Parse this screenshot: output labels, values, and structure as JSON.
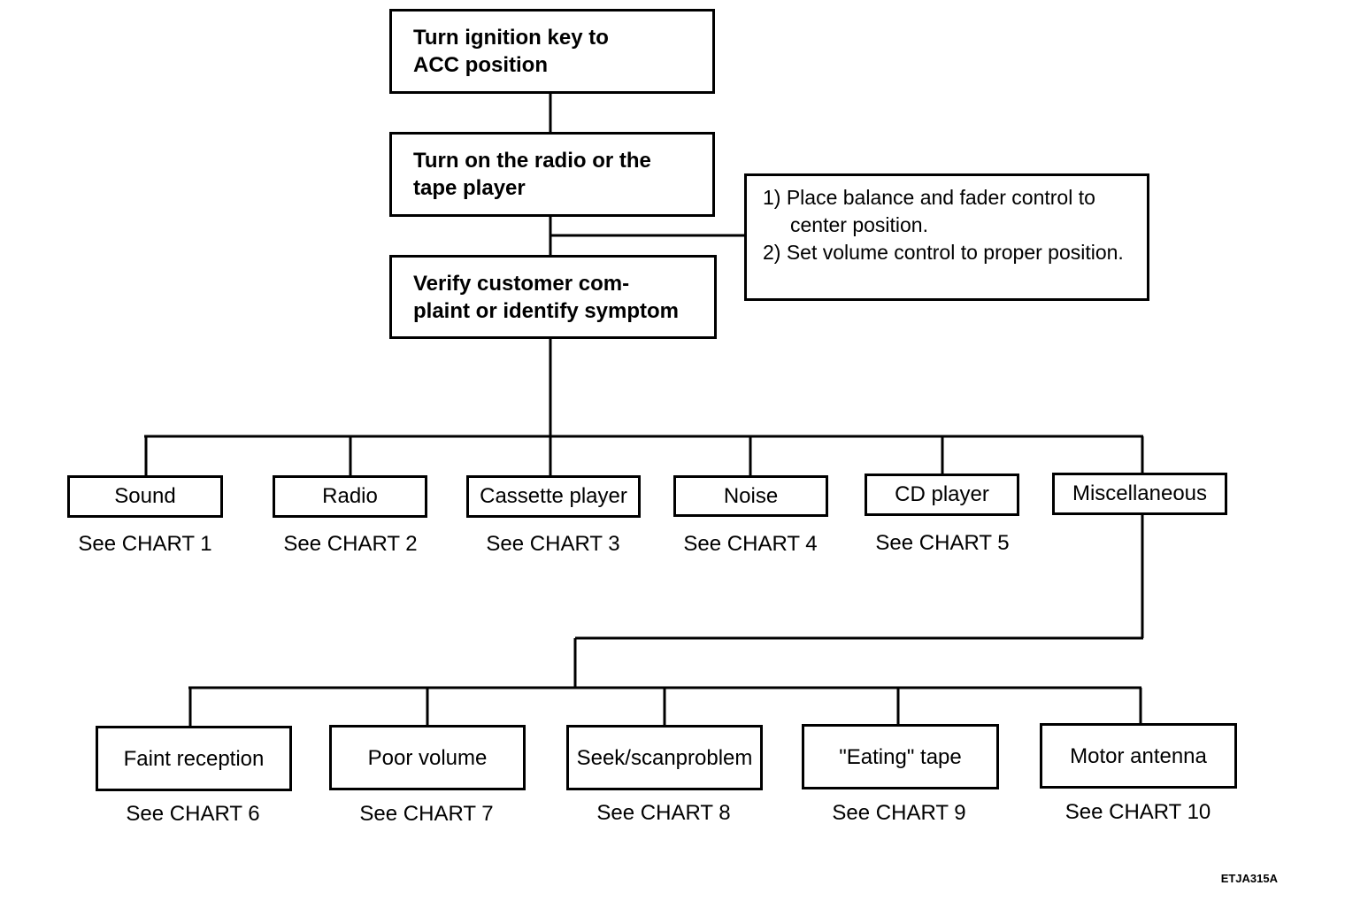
{
  "steps": [
    {
      "lines": [
        "Turn ignition key to",
        "ACC position"
      ]
    },
    {
      "lines": [
        "Turn on the radio or the",
        "tape player"
      ]
    },
    {
      "lines": [
        "Verify customer com-",
        "plaint  or identify symptom"
      ]
    }
  ],
  "note": {
    "items": [
      "1) Place balance and fader control to center position.",
      "2) Set volume control to proper position."
    ]
  },
  "categories": [
    {
      "label": "Sound",
      "ref": "See CHART 1"
    },
    {
      "label": "Radio",
      "ref": "See CHART 2"
    },
    {
      "label": "Cassette player",
      "ref": "See CHART 3"
    },
    {
      "label": "Noise",
      "ref": "See CHART 4"
    },
    {
      "label": "CD player",
      "ref": "See CHART 5"
    },
    {
      "label": "Miscellaneous"
    }
  ],
  "misc": [
    {
      "lines": [
        "Faint reception"
      ],
      "ref": "See CHART 6"
    },
    {
      "lines": [
        "Poor volume"
      ],
      "ref": "See CHART 7"
    },
    {
      "lines": [
        "Seek/scan",
        "problem"
      ],
      "ref": "See CHART 8"
    },
    {
      "lines": [
        "\"Eating\" tape"
      ],
      "ref": "See CHART 9"
    },
    {
      "lines": [
        "Motor antenna"
      ],
      "ref": "See CHART 10"
    }
  ],
  "figure_code": "ETJA315A"
}
